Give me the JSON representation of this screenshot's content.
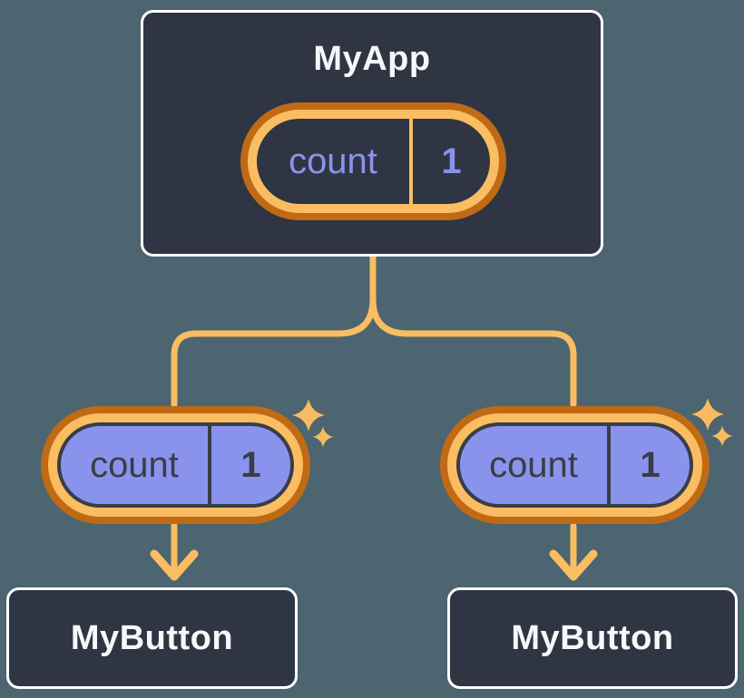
{
  "diagram": {
    "root": {
      "title": "MyApp",
      "state": {
        "label": "count",
        "value": "1"
      }
    },
    "children": [
      {
        "title": "MyButton",
        "state": {
          "label": "count",
          "value": "1"
        }
      },
      {
        "title": "MyButton",
        "state": {
          "label": "count",
          "value": "1"
        }
      }
    ]
  },
  "icons": {
    "sparkle": "sparkle-icon",
    "arrow_down": "arrow-down-icon"
  },
  "colors": {
    "background": "#4c6570",
    "card_fill": "#2f3542",
    "card_border": "#ffffff",
    "title_text": "#f7f8fa",
    "orange_dark": "#c06a15",
    "orange_light": "#fabd62",
    "purple_fill": "#8a93ec",
    "purple_text": "#8a93ec",
    "ink_dark": "#383d48",
    "sparkle": "#f8bb63"
  }
}
